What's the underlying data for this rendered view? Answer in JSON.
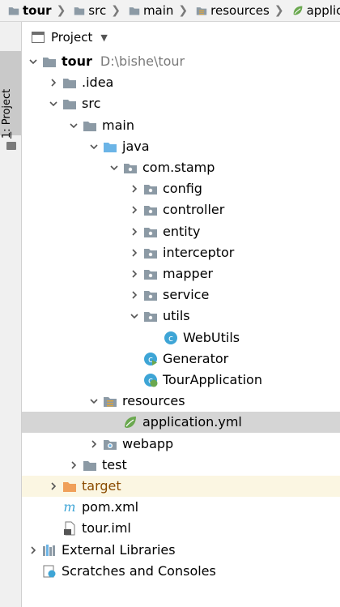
{
  "breadcrumb": [
    {
      "label": "tour",
      "icon": "folder-icon",
      "bold": true
    },
    {
      "label": "src",
      "icon": "folder-icon"
    },
    {
      "label": "main",
      "icon": "folder-icon"
    },
    {
      "label": "resources",
      "icon": "resources-folder-icon"
    },
    {
      "label": "applicatio",
      "icon": "spring-config-icon"
    }
  ],
  "side_tab": {
    "number": "1",
    "label": "Project"
  },
  "panel": {
    "title": "Project"
  },
  "tree": [
    {
      "depth": 0,
      "arrow": "down",
      "icon": "folder",
      "label": "tour",
      "hint": "D:\\bishe\\tour",
      "bold": true
    },
    {
      "depth": 1,
      "arrow": "right",
      "icon": "folder",
      "label": ".idea"
    },
    {
      "depth": 1,
      "arrow": "down",
      "icon": "folder",
      "label": "src"
    },
    {
      "depth": 2,
      "arrow": "down",
      "icon": "folder",
      "label": "main"
    },
    {
      "depth": 3,
      "arrow": "down",
      "icon": "source-folder",
      "label": "java"
    },
    {
      "depth": 4,
      "arrow": "down",
      "icon": "package",
      "label": "com.stamp"
    },
    {
      "depth": 5,
      "arrow": "right",
      "icon": "package",
      "label": "config"
    },
    {
      "depth": 5,
      "arrow": "right",
      "icon": "package",
      "label": "controller"
    },
    {
      "depth": 5,
      "arrow": "right",
      "icon": "package",
      "label": "entity"
    },
    {
      "depth": 5,
      "arrow": "right",
      "icon": "package",
      "label": "interceptor"
    },
    {
      "depth": 5,
      "arrow": "right",
      "icon": "package",
      "label": "mapper"
    },
    {
      "depth": 5,
      "arrow": "right",
      "icon": "package",
      "label": "service"
    },
    {
      "depth": 5,
      "arrow": "down",
      "icon": "package",
      "label": "utils"
    },
    {
      "depth": 6,
      "arrow": "",
      "icon": "class",
      "label": "WebUtils"
    },
    {
      "depth": 5,
      "arrow": "",
      "icon": "class-run",
      "label": "Generator"
    },
    {
      "depth": 5,
      "arrow": "",
      "icon": "spring-class",
      "label": "TourApplication"
    },
    {
      "depth": 3,
      "arrow": "down",
      "icon": "resources-folder",
      "label": "resources"
    },
    {
      "depth": 4,
      "arrow": "",
      "icon": "spring-yml",
      "label": "application.yml",
      "selected": true
    },
    {
      "depth": 3,
      "arrow": "right",
      "icon": "web-folder",
      "label": "webapp"
    },
    {
      "depth": 2,
      "arrow": "right",
      "icon": "folder",
      "label": "test"
    },
    {
      "depth": 1,
      "arrow": "right",
      "icon": "excluded-folder",
      "label": "target",
      "highlight": true,
      "target": true
    },
    {
      "depth": 1,
      "arrow": "",
      "icon": "maven",
      "label": "pom.xml"
    },
    {
      "depth": 1,
      "arrow": "",
      "icon": "iml-file",
      "label": "tour.iml"
    },
    {
      "depth": 0,
      "arrow": "right",
      "icon": "libraries",
      "label": "External Libraries"
    },
    {
      "depth": 0,
      "arrow": "",
      "icon": "scratches",
      "label": "Scratches and Consoles"
    }
  ],
  "colors": {
    "folder": "#8c9aa5",
    "source_folder": "#6bb4e6",
    "excluded_folder": "#f0a05a",
    "class_circle": "#3ea5d6",
    "spring_green": "#6aa84f",
    "selection": "#d5d5d5",
    "highlight": "#fbf6e2"
  }
}
